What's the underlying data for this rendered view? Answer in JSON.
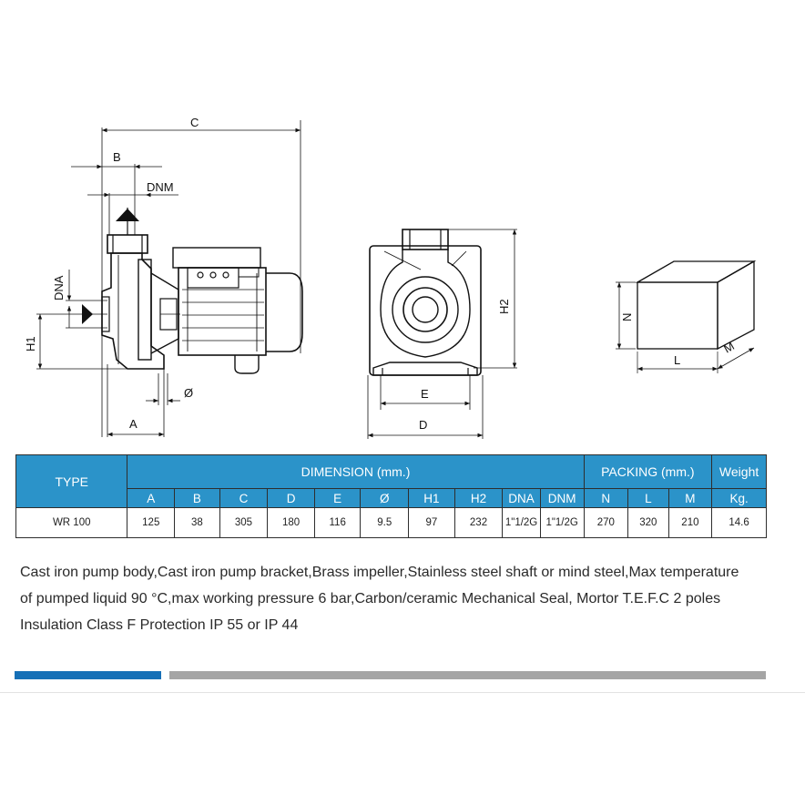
{
  "drawing": {
    "labels": {
      "C": "C",
      "B": "B",
      "DNM": "DNM",
      "DNA": "DNA",
      "H1": "H1",
      "A": "A",
      "phi": "Ø",
      "H2": "H2",
      "E": "E",
      "D": "D",
      "N": "N",
      "L": "L",
      "M": "M"
    }
  },
  "table": {
    "type_header": "TYPE",
    "dimension_header": "DIMENSION (mm.)",
    "packing_header": "PACKING (mm.)",
    "weight_header": "Weight",
    "columns": [
      "A",
      "B",
      "C",
      "D",
      "E",
      "Ø",
      "H1",
      "H2",
      "DNA",
      "DNM",
      "N",
      "L",
      "M",
      "Kg."
    ],
    "row": {
      "type": "WR 100",
      "values": [
        "125",
        "38",
        "305",
        "180",
        "116",
        "9.5",
        "97",
        "232",
        "1\"1/2G",
        "1\"1/2G",
        "270",
        "320",
        "210",
        "14.6"
      ]
    }
  },
  "description": {
    "line1": "Cast iron pump body,Cast iron pump bracket,Brass impeller,Stainless steel shaft or mind steel,Max temperature",
    "line2": "of pumped liquid 90 °C,max working pressure 6 bar,Carbon/ceramic Mechanical Seal, Mortor T.E.F.C 2 poles",
    "line3": "Insulation Class F Protection IP 55 or IP 44"
  },
  "colors": {
    "header_blue": "#2b93c9",
    "bar_blue": "#1670b7",
    "bar_gray": "#a5a5a5"
  }
}
